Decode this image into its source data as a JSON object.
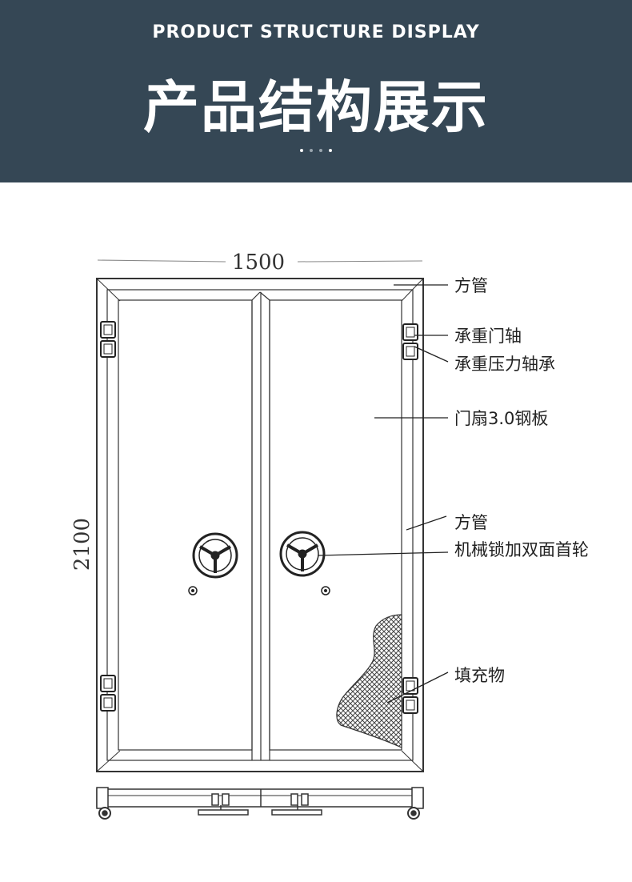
{
  "header": {
    "subtitle_en": "PRODUCT STRUCTURE DISPLAY",
    "title_cn": "产品结构展示",
    "bg_color": "#354755"
  },
  "dimensions": {
    "width": "1500",
    "height": "2100"
  },
  "callouts": {
    "square_tube_top": "方管",
    "door_hinge": "承重门轴",
    "pressure_bearing": "承重压力轴承",
    "door_leaf": "门扇3.0钢板",
    "square_tube_side": "方管",
    "lock": "机械锁加双面首轮",
    "filler": "填充物"
  }
}
